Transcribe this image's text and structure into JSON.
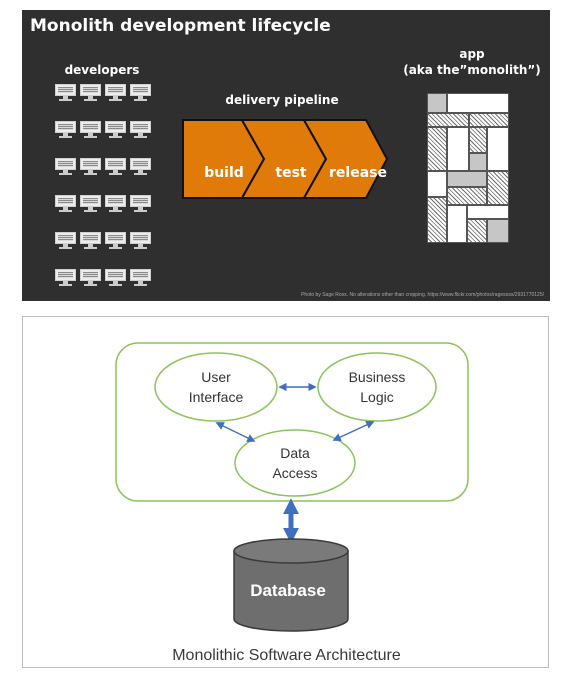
{
  "slide": {
    "title": "Monolith development lifecycle",
    "developers_label": "developers",
    "developer_rows": 6,
    "developers_per_row": 4,
    "pipeline_label": "delivery pipeline",
    "stages": [
      "build",
      "test",
      "release"
    ],
    "app_label_line1": "app",
    "app_label_line2": "(aka the”monolith”)",
    "photo_credit": "Photo by Sage Ross. No alterations other than cropping. https://www.flickr.com/photos/ragesoss/2931770125/",
    "colors": {
      "background": "#2f2f2f",
      "stage_fill": "#e07b0a"
    }
  },
  "architecture": {
    "nodes": {
      "user_interface": [
        "User",
        "Interface"
      ],
      "business_logic": [
        "Business",
        "Logic"
      ],
      "data_access": [
        "Data",
        "Access"
      ]
    },
    "database_label": "Database",
    "caption": "Monolithic Software Architecture",
    "colors": {
      "container_border": "#8cc35a",
      "node_border": "#8cc35a",
      "arrow": "#3f6fbf",
      "database": "#6e6e6e"
    }
  }
}
